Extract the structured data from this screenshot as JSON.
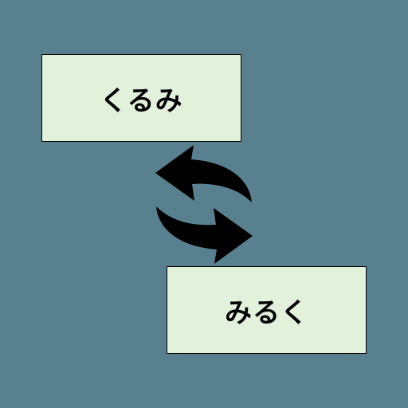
{
  "colors": {
    "background": "#58808f",
    "box_fill": "#e1f1dc",
    "box_border": "#000000",
    "text": "#000000",
    "arrow": "#000000"
  },
  "diagram": {
    "top_word": "くるみ",
    "bottom_word": "みるく",
    "arrow_up_icon": "curved-arrow-left",
    "arrow_down_icon": "curved-arrow-right"
  }
}
